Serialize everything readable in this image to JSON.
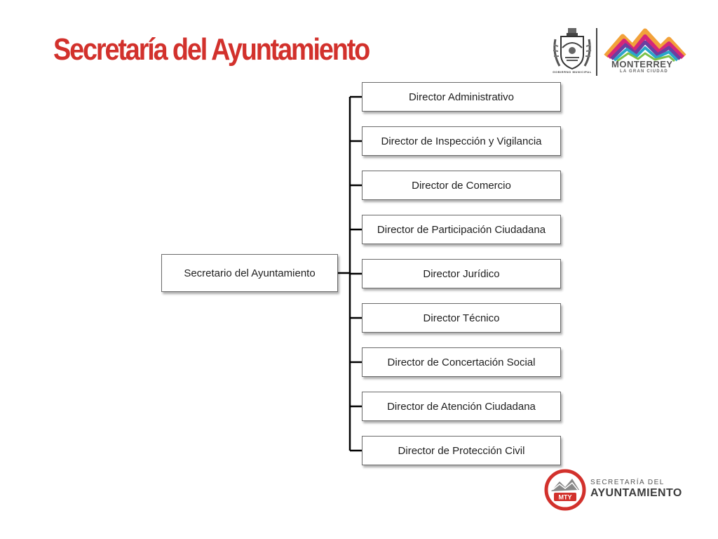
{
  "header": {
    "title": "Secretaría del Ayuntamiento",
    "escudo_caption": "GOBIERNO MUNICIPAL",
    "city_name": "MONTERREY",
    "city_tagline": "LA GRAN CIUDAD"
  },
  "org_chart": {
    "root": "Secretario del Ayuntamiento",
    "children": [
      "Director Administrativo",
      "Director de Inspección y Vigilancia",
      "Director de Comercio",
      "Director de Participación Ciudadana",
      "Director Jurídico",
      "Director Técnico",
      "Director de Concertación Social",
      "Director de Atención Ciudadana",
      "Director de Protección Civil"
    ]
  },
  "footer": {
    "emblem_text": "MTY",
    "line1": "SECRETARÍA DEL",
    "line2": "AYUNTAMIENTO"
  },
  "colors": {
    "title": "#d2312c",
    "brand_red": "#d2312c",
    "box_border": "#6b6b6b",
    "connector": "#000000"
  }
}
